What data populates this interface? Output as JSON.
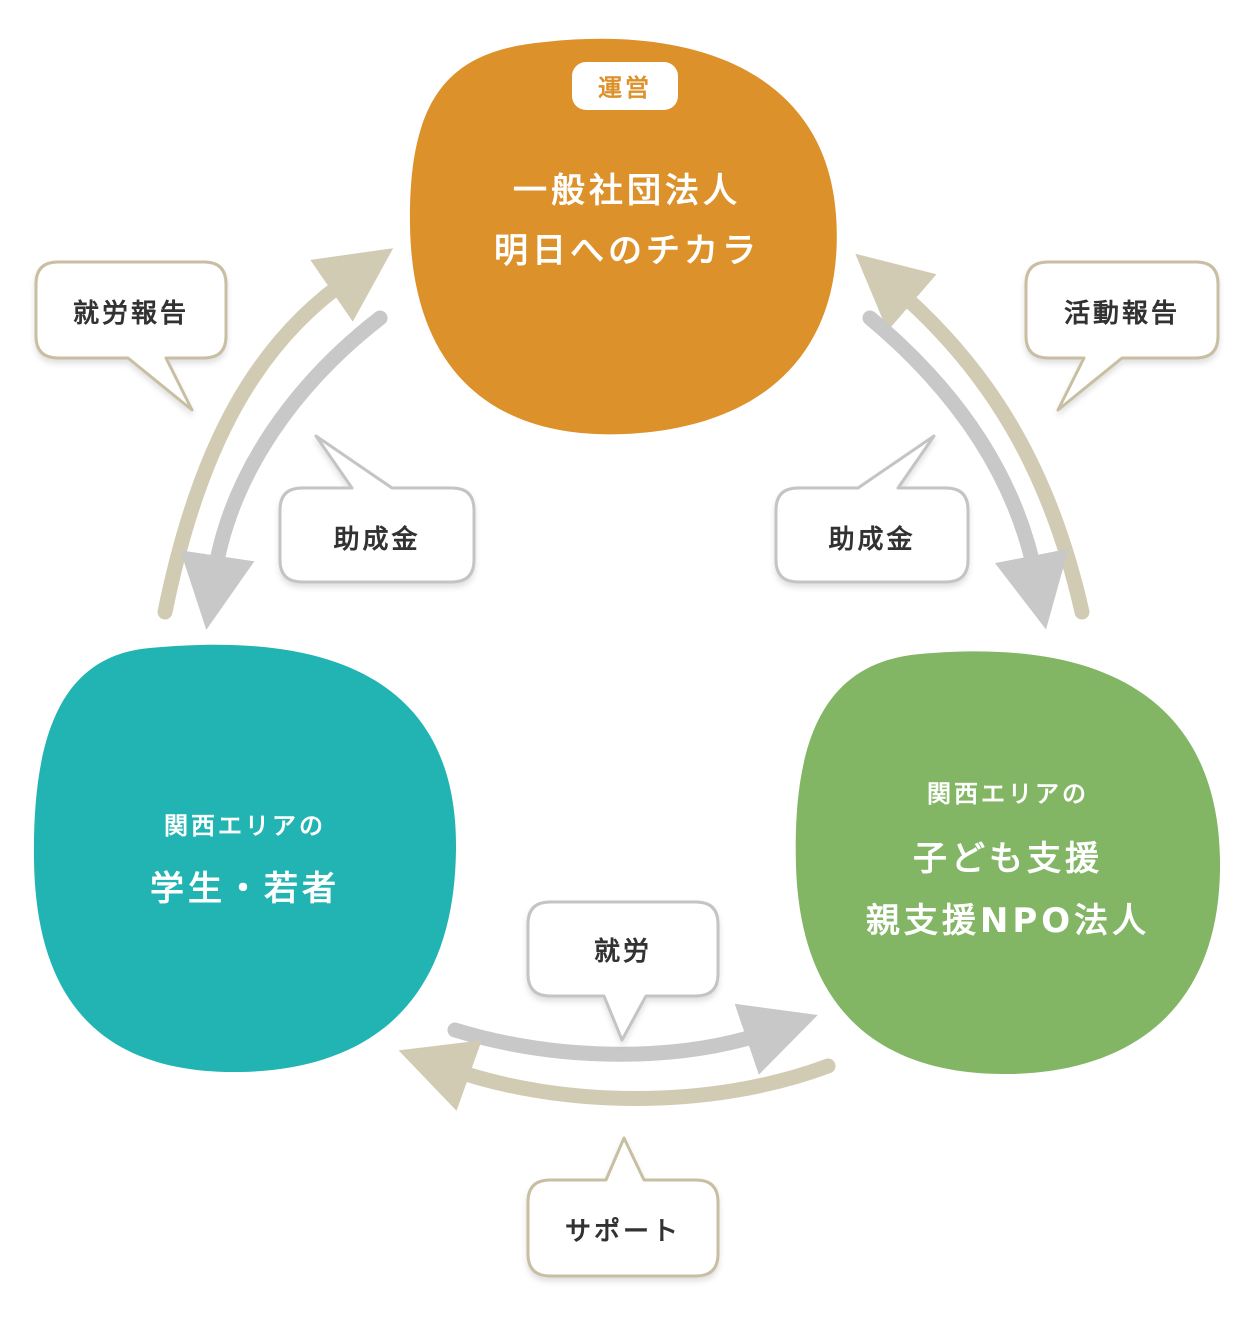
{
  "colors": {
    "orange": "#dc912a",
    "teal": "#22b4b2",
    "green": "#82b665",
    "arrow_beige": "#d2cbb4",
    "arrow_gray": "#c8c8c8",
    "bubble_beige_border": "#c8bfa3",
    "bubble_gray_border": "#c4c4c4",
    "bubble_text": "#333333"
  },
  "nodes": {
    "operator": {
      "tag": "運営",
      "line1": "一般社団法人",
      "line2": "明日へのチカラ"
    },
    "students": {
      "line1": "関西エリアの",
      "line2": "学生・若者"
    },
    "npo": {
      "line1": "関西エリアの",
      "line2": "子ども支援",
      "line3": "親支援NPO法人"
    }
  },
  "bubbles": {
    "work_report": "就労報告",
    "activity_report": "活動報告",
    "grant_left": "助成金",
    "grant_right": "助成金",
    "employment": "就労",
    "support": "サポート"
  }
}
